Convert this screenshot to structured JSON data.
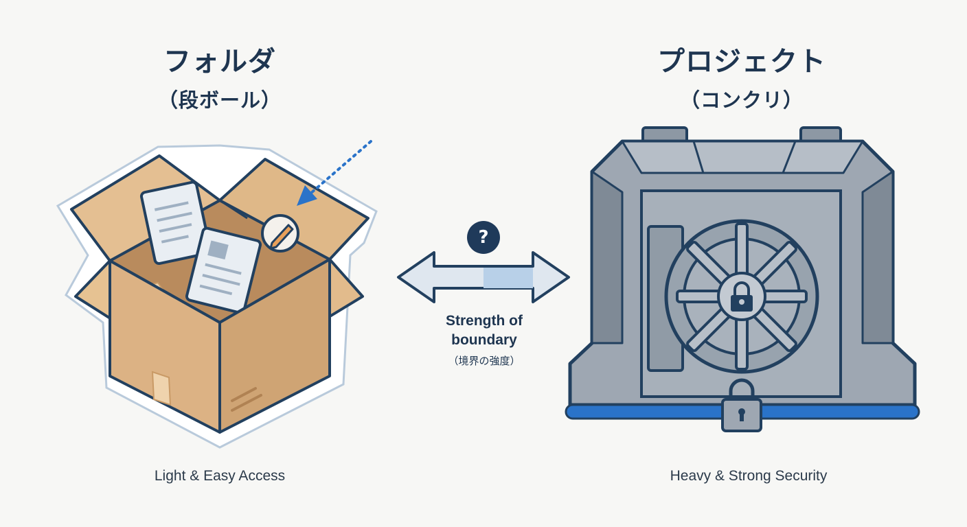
{
  "left": {
    "title": "フォルダ",
    "subtitle": "（段ボール）",
    "caption": "Light & Easy Access"
  },
  "right": {
    "title": "プロジェクト",
    "subtitle": "（コンクリ）",
    "caption": "Heavy & Strong Security"
  },
  "center": {
    "label_en_line1": "Strength of",
    "label_en_line2": "boundary",
    "label_ja": "（境界の強度）",
    "badge": "?"
  },
  "colors": {
    "outline": "#22405f",
    "cardboard": "#e0b98a",
    "cardboard_dark": "#c99a66",
    "paper": "#e9eef3",
    "steel": "#9ea7b2",
    "steel_dark": "#7d8894",
    "accent_blue": "#2a73c9"
  },
  "icons": [
    "pencil-icon",
    "padlock-icon",
    "question-mark-icon",
    "double-arrow-icon"
  ]
}
